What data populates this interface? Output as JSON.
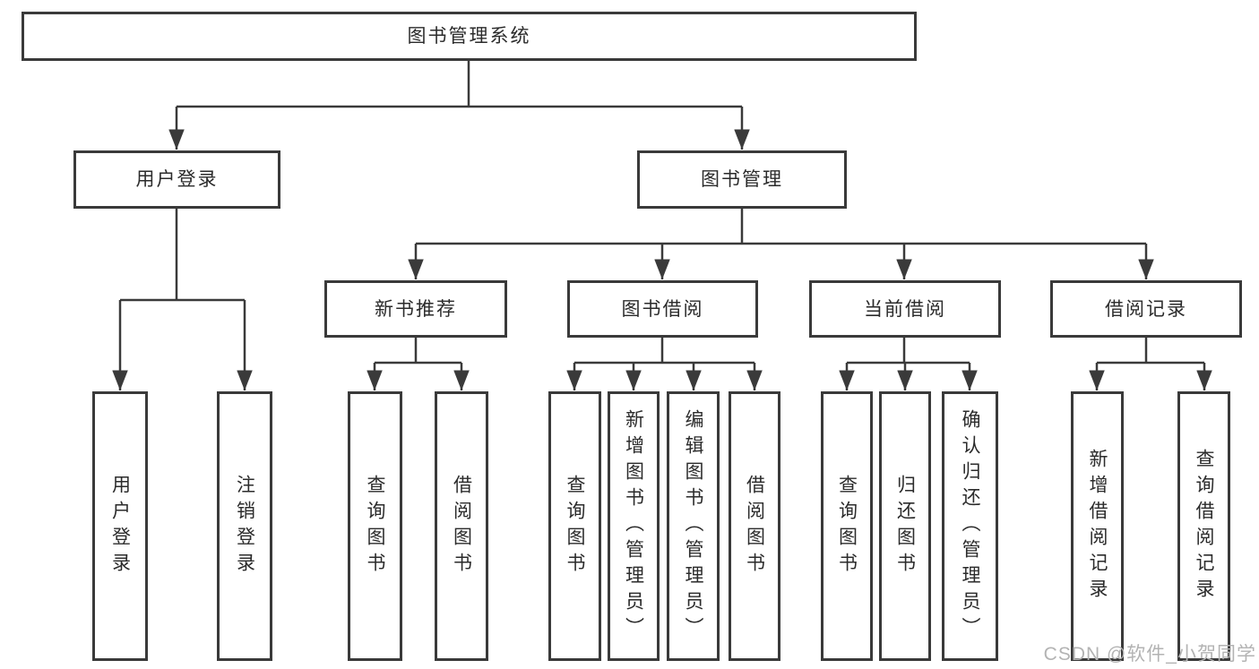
{
  "colors": {
    "line": "#3a3a3a",
    "box_border": "#3a3a3a",
    "box_fill": "#ffffff",
    "text": "#2b2b2b",
    "watermark": "#b3b3b3"
  },
  "watermark": "CSDN @软件_小贺同学",
  "tree": {
    "label": "图书管理系统",
    "children": [
      {
        "label": "用户登录",
        "children": [
          {
            "label": "用户登录"
          },
          {
            "label": "注销登录"
          }
        ]
      },
      {
        "label": "图书管理",
        "children": [
          {
            "label": "新书推荐",
            "children": [
              {
                "label": "查询图书"
              },
              {
                "label": "借阅图书"
              }
            ]
          },
          {
            "label": "图书借阅",
            "children": [
              {
                "label": "查询图书"
              },
              {
                "label": "新增图书（管理员）"
              },
              {
                "label": "编辑图书（管理员）"
              },
              {
                "label": "借阅图书"
              }
            ]
          },
          {
            "label": "当前借阅",
            "children": [
              {
                "label": "查询图书"
              },
              {
                "label": "归还图书"
              },
              {
                "label": "确认归还（管理员）"
              }
            ]
          },
          {
            "label": "借阅记录",
            "children": [
              {
                "label": "新增借阅记录"
              },
              {
                "label": "查询借阅记录"
              }
            ]
          }
        ]
      }
    ]
  }
}
